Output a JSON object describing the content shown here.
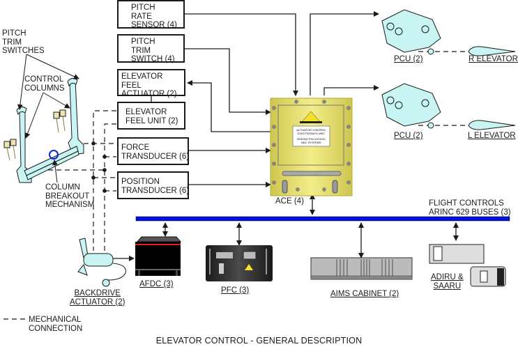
{
  "title": "ELEVATOR CONTROL - GENERAL DESCRIPTION",
  "colors": {
    "bus": "#0010e0",
    "ace_body": "#e8e27a",
    "component_fill": "#c8f4f4",
    "breakout_circle": "#1020e0",
    "afdc_stripe": "#e02020",
    "line": "#1a1a1a"
  },
  "boxes": {
    "pitch_rate_sensor": [
      "PITCH",
      "RATE",
      "SENSOR (4)"
    ],
    "pitch_trim_switch": [
      "PITCH",
      "TRIM",
      "SWITCH (4)"
    ],
    "elevator_feel_actuator": [
      "ELEVATOR",
      "FEEL",
      "ACTUATOR (2)"
    ],
    "elevator_feel_unit": [
      "ELEVATOR",
      "FEEL UNIT (2)"
    ],
    "force_transducer": [
      "FORCE",
      "TRANSDUCER (6)"
    ],
    "position_transducer": [
      "POSITION",
      "TRANSDUCER (6)"
    ]
  },
  "labels": {
    "pitch_trim_switches": [
      "PITCH",
      "TRIM",
      "SWITCHES"
    ],
    "control_columns": [
      "CONTROL",
      "COLUMNS"
    ],
    "column_breakout": [
      "COLUMN",
      "BREAKOUT",
      "MECHANISM"
    ],
    "ace": "ACE (4)",
    "ace_plate": [
      "ACTUATOR CONTROL",
      "ELECTRONICS UNIT",
      "BOEING P/N XXXXXX",
      "BAC SYSTEMS"
    ],
    "ace_caution": "CAUTION",
    "pcu_right": "PCU (2)",
    "pcu_left": "PCU (2)",
    "r_elevator": "R ELEVATOR",
    "l_elevator": "L ELEVATOR",
    "bus": [
      "FLIGHT CONTROLS",
      "ARINC 629 BUSES (3)"
    ],
    "backdrive": [
      "BACKDRIVE",
      "ACTUATOR (2)"
    ],
    "afdc": "AFDC (3)",
    "pfc": "PFC (3)",
    "aims": "AIMS CABINET (2)",
    "adiru": [
      "ADIRU &",
      "SAARU"
    ],
    "legend": [
      "MECHANICAL",
      "CONNECTION"
    ]
  }
}
